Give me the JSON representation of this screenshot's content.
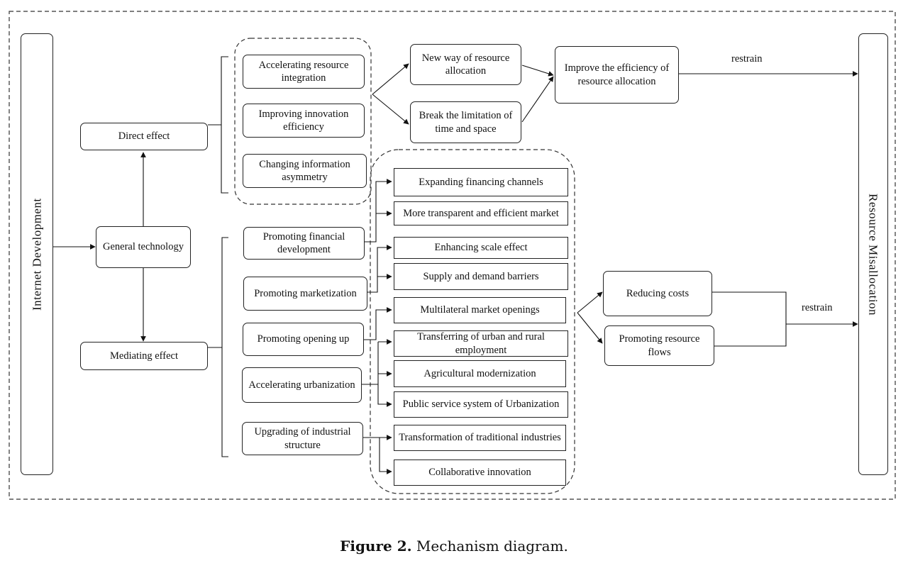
{
  "left_bar": "Internet  Development",
  "right_bar": "Resource  Misallocation",
  "general": "General technology",
  "direct": "Direct effect",
  "mediating": "Mediating effect",
  "direct_items": [
    "Accelerating resource integration",
    "Improving innovation efficiency",
    "Changing information asymmetry"
  ],
  "new_way": "New way of resource allocation",
  "break_limit": "Break the limitation of time and space",
  "improve": "Improve the efficiency of resource allocation",
  "restrain_top": "restrain",
  "restrain_bottom": "restrain",
  "mediating_items": [
    "Promoting financial development",
    "Promoting marketization",
    "Promoting opening up",
    "Accelerating urbanization",
    "Upgrading of industrial structure"
  ],
  "channels": [
    "Expanding financing channels",
    "More transparent and efficient market",
    "Enhancing scale effect",
    "Supply and demand barriers",
    "Multilateral market openings",
    "Transferring of urban and rural employment",
    "Agricultural modernization",
    "Public service system of Urbanization",
    "Transformation of traditional industries",
    "Collaborative innovation"
  ],
  "reducing_costs": "Reducing  costs",
  "promoting_flows": "Promoting resource flows",
  "caption_label": "Figure 2.",
  "caption_text": " Mechanism diagram."
}
